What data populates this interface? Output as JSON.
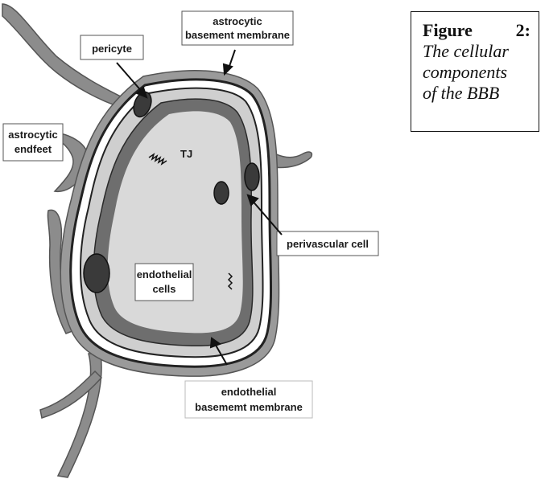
{
  "labels": {
    "astrocytic_basement_membrane": [
      "astrocytic",
      "basement membrane"
    ],
    "pericyte": "pericyte",
    "astrocytic_endfeet": [
      "astrocytic",
      "endfeet"
    ],
    "tj": "TJ",
    "perivascular_cell": "perivascular cell",
    "endothelial_cells": [
      "endothelial",
      "cells"
    ],
    "endothelial_basement_membrane": [
      "endothelial",
      "basememt membrane"
    ]
  },
  "caption": {
    "figure_word": "Figure",
    "figure_number": "2:",
    "lines": [
      "The cellular",
      "components",
      "of the BBB"
    ]
  }
}
